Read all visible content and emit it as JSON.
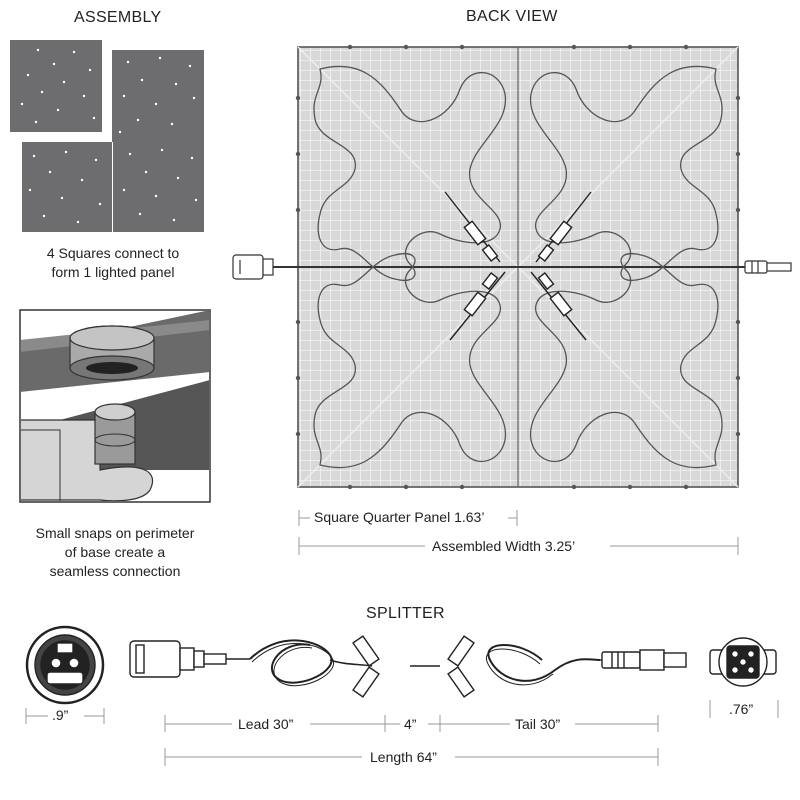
{
  "assembly": {
    "title": "ASSEMBLY",
    "caption_line1": "4 Squares connect to",
    "caption_line2": "form 1 lighted panel",
    "snap_caption_line1": "Small snaps on perimeter",
    "snap_caption_line2": "of base create a",
    "snap_caption_line3": "seamless connection"
  },
  "back_view": {
    "title": "BACK VIEW",
    "quarter_panel_label": "Square Quarter Panel 1.63’",
    "assembled_width_label": "Assembled Width 3.25’"
  },
  "splitter": {
    "title": "SPLITTER",
    "left_connector_dim": ".9”",
    "right_connector_dim": ".76”",
    "lead_label": "Lead 30”",
    "middle_label": "4”",
    "tail_label": "Tail 30”",
    "length_label": "Length 64”"
  },
  "colors": {
    "tile": "#6e6e70",
    "panel_fill": "#d6d6d6",
    "grid": "#f2f2f2",
    "line": "#555555",
    "dim_line": "#9a9a9a"
  }
}
